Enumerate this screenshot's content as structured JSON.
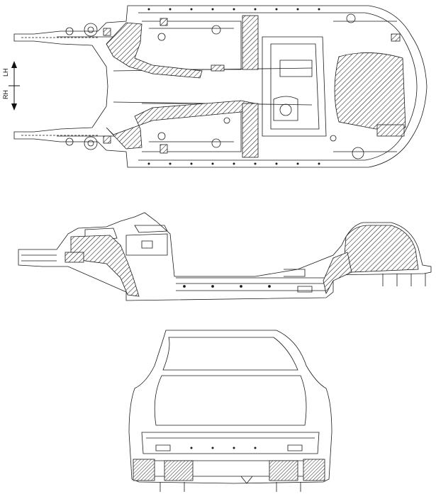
{
  "direction_indicator": {
    "left_label": "LH",
    "right_label": "RH"
  },
  "views": [
    {
      "id": "underbody"
    },
    {
      "id": "side"
    },
    {
      "id": "rear"
    }
  ],
  "colors": {
    "line": "#1a1a1a",
    "hatch": "#1a1a1a",
    "background": "#ffffff"
  }
}
